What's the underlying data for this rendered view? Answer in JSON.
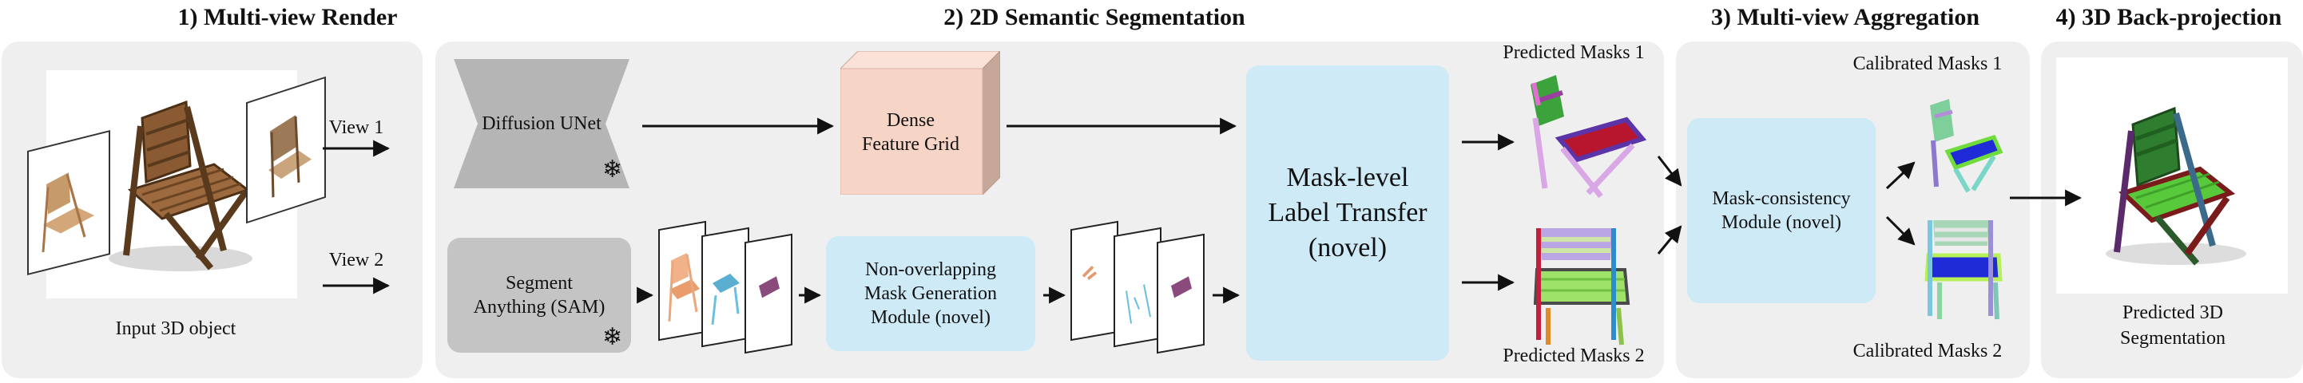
{
  "sections": {
    "s1": "1) Multi-view Render",
    "s2": "2) 2D Semantic Segmentation",
    "s3": "3) Multi-view Aggregation",
    "s4": "4) 3D Back-projection"
  },
  "render": {
    "view1": "View 1",
    "view2": "View 2",
    "input_label": "Input 3D object"
  },
  "segmentation": {
    "diffusion": "Diffusion UNet",
    "dense_line1": "Dense",
    "dense_line2": "Feature Grid",
    "sam_line1": "Segment",
    "sam_line2": "Anything (SAM)",
    "nonoverlap_line1": "Non-overlapping",
    "nonoverlap_line2": "Mask Generation",
    "nonoverlap_line3": "Module (novel)",
    "transfer_line1": "Mask-level",
    "transfer_line2": "Label Transfer",
    "transfer_line3": "(novel)",
    "pred1": "Predicted Masks 1",
    "pred2": "Predicted Masks 2"
  },
  "aggregation": {
    "consistency_line1": "Mask-consistency",
    "consistency_line2": "Module (novel)",
    "cal1": "Calibrated Masks 1",
    "cal2": "Calibrated Masks 2"
  },
  "backprojection": {
    "label_line1": "Predicted 3D",
    "label_line2": "Segmentation"
  },
  "icons": {
    "frozen": "snowflake-icon"
  },
  "colors": {
    "panel_bg": "#efefef",
    "module_blue": "#cdeaf6",
    "module_gray": "#c4c4c4",
    "dense_grid": "#f6d4c6",
    "chair_wood": "#7a5230"
  }
}
